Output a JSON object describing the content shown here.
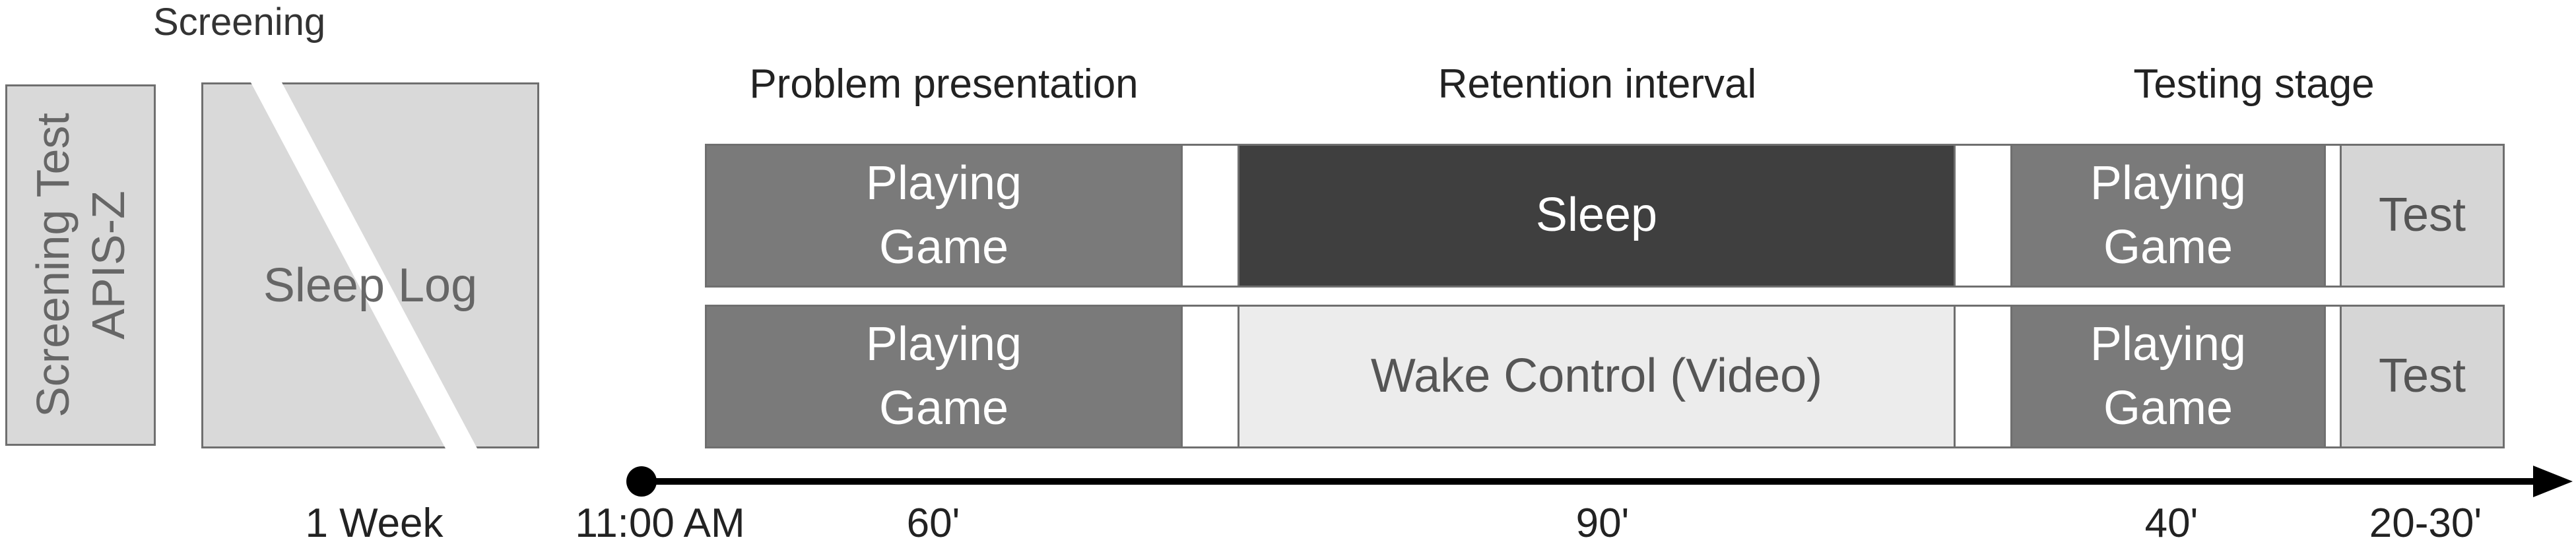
{
  "screening": {
    "title": "Screening",
    "test_line1": "Screening Test",
    "test_line2": "APIS-Z",
    "sleep_log": "Sleep Log",
    "duration": "1 Week"
  },
  "stages": {
    "problem": "Problem presentation",
    "retention": "Retention interval",
    "testing": "Testing stage"
  },
  "sleep_row": {
    "game1": "Playing\nGame",
    "middle": "Sleep",
    "game2": "Playing\nGame",
    "test": "Test"
  },
  "wake_row": {
    "game1": "Playing\nGame",
    "middle": "Wake Control (Video)",
    "game2": "Playing\nGame",
    "test": "Test"
  },
  "timeline": {
    "start": "11:00 AM",
    "d1": "60'",
    "d2": "90'",
    "d3": "40'",
    "d4": "20-30'"
  },
  "colors": {
    "game": "#7a7a7a",
    "sleep": "#3f3f3f",
    "wake": "#ececec",
    "test": "#d6d6d6",
    "screening": "#d9d9d9"
  }
}
